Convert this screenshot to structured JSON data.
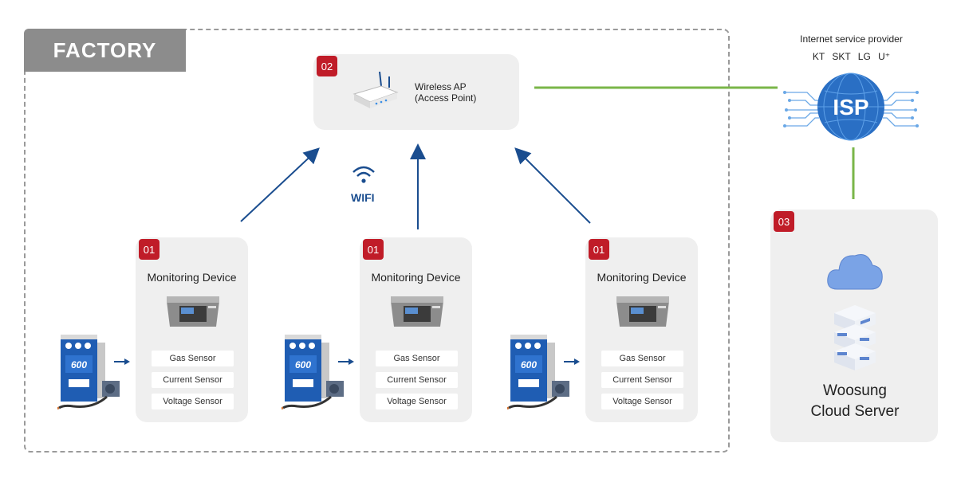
{
  "factory": {
    "label": "FACTORY"
  },
  "access_point": {
    "badge": "02",
    "line1": "Wireless AP",
    "line2": "(Access Point)"
  },
  "wifi": {
    "label": "WIFI"
  },
  "isp": {
    "title": "Internet service provider",
    "carriers": "KT SKT LG U⁺",
    "globe_label": "ISP"
  },
  "cloud": {
    "badge": "03",
    "line1": "Woosung",
    "line2": "Cloud Server"
  },
  "devices": [
    {
      "badge": "01",
      "title": "Monitoring Device",
      "sensors": [
        "Gas Sensor",
        "Current Sensor",
        "Voltage Sensor"
      ]
    },
    {
      "badge": "01",
      "title": "Monitoring Device",
      "sensors": [
        "Gas Sensor",
        "Current Sensor",
        "Voltage Sensor"
      ]
    },
    {
      "badge": "01",
      "title": "Monitoring Device",
      "sensors": [
        "Gas Sensor",
        "Current Sensor",
        "Voltage Sensor"
      ]
    }
  ],
  "welder_badge": "600",
  "colors": {
    "badge_red": "#c01c28",
    "link_green": "#7ab648",
    "arrow_blue": "#1a4d8f",
    "card_grey": "#efefef"
  }
}
